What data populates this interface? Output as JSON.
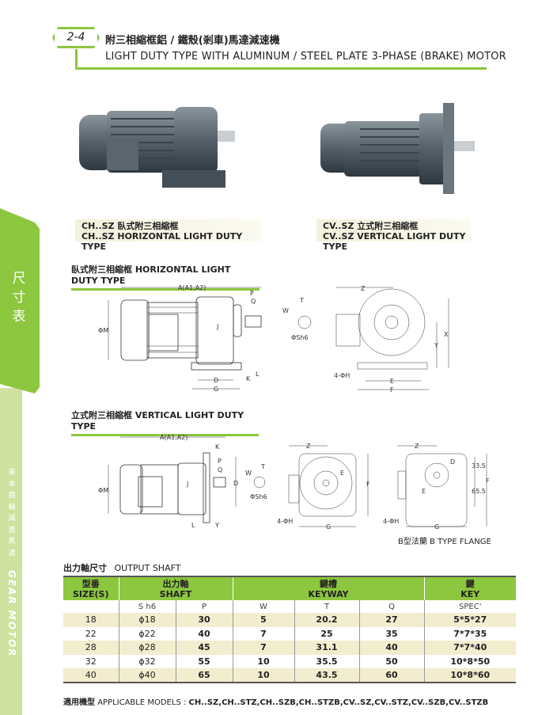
{
  "header": {
    "badge": "2-4",
    "title_zh": "附三相縮框鋁 / 鐵殼(剎車)馬達減速機",
    "title_en": "LIGHT DUTY TYPE WITH ALUMINUM / STEEL PLATE 3-PHASE (BRAKE) MOTOR"
  },
  "sidebar": {
    "tab": [
      "尺",
      "寸",
      "表"
    ],
    "brand_zh": [
      "東",
      "本",
      "齒",
      "輪",
      "減",
      "速",
      "馬",
      "達"
    ],
    "brand_en": "GEAR MOTOR"
  },
  "captions": {
    "left": [
      "CH..SZ 臥式附三相縮框",
      "CH..SZ HORIZONTAL LIGHT DUTY TYPE"
    ],
    "right": [
      "CV..SZ 立式附三相縮框",
      "CV..SZ VERTICAL LIGHT DUTY TYPE"
    ]
  },
  "sections": {
    "horizontal": "臥式附三相縮框 HORIZONTAL LIGHT DUTY TYPE",
    "vertical": "立式附三相縮框 VERTICAL LIGHT DUTY TYPE",
    "output": "出力軸尺寸",
    "output_en": "OUTPUT SHAFT"
  },
  "diagram_h": {
    "labels": [
      "A(A1,A2)",
      "ΦM",
      "P",
      "Q",
      "J",
      "D",
      "G",
      "K",
      "L",
      "W",
      "T",
      "ΦSh6",
      "Z",
      "X",
      "Y",
      "4-ΦH",
      "E",
      "F"
    ]
  },
  "diagram_v": {
    "labels": [
      "A(A1,A2)",
      "K",
      "P",
      "Q",
      "D",
      "J",
      "ΦM",
      "L",
      "Y",
      "W",
      "T",
      "ΦSh6",
      "Z",
      "E",
      "F",
      "4-ΦH",
      "G",
      "Z",
      "D",
      "E",
      "33.5",
      "65.5",
      "F",
      "4-ΦH",
      "G"
    ],
    "b_flange": "B型法蘭  B TYPE FLANGE"
  },
  "table": {
    "groups": [
      {
        "zh": "型番",
        "en": "SIZE(S)"
      },
      {
        "zh": "出力軸",
        "en": "SHAFT"
      },
      {
        "zh": "鍵槽",
        "en": "KEYWAY"
      },
      {
        "zh": "鍵",
        "en": "KEY"
      }
    ],
    "sub": [
      "",
      "S h6",
      "P",
      "W",
      "T",
      "Q",
      "SPEC'"
    ],
    "rows": [
      [
        "18",
        "ϕ18",
        "30",
        "5",
        "20.2",
        "27",
        "5*5*27"
      ],
      [
        "22",
        "ϕ22",
        "40",
        "7",
        "25",
        "35",
        "7*7*35"
      ],
      [
        "28",
        "ϕ28",
        "45",
        "7",
        "31.1",
        "40",
        "7*7*40"
      ],
      [
        "32",
        "ϕ32",
        "55",
        "10",
        "35.5",
        "50",
        "10*8*50"
      ],
      [
        "40",
        "ϕ40",
        "65",
        "10",
        "43.5",
        "60",
        "10*8*60"
      ]
    ]
  },
  "footer": {
    "label": "適用機型",
    "text": "APPLICABLE MODELS : ",
    "models": "CH..SZ,CH..STZ,CH..SZB,CH..STZB,CV..SZ,CV..STZ,CV..SZB,CV..STZB"
  },
  "colors": {
    "accent": "#8dc63f",
    "row_tint": "#f2edcf"
  }
}
